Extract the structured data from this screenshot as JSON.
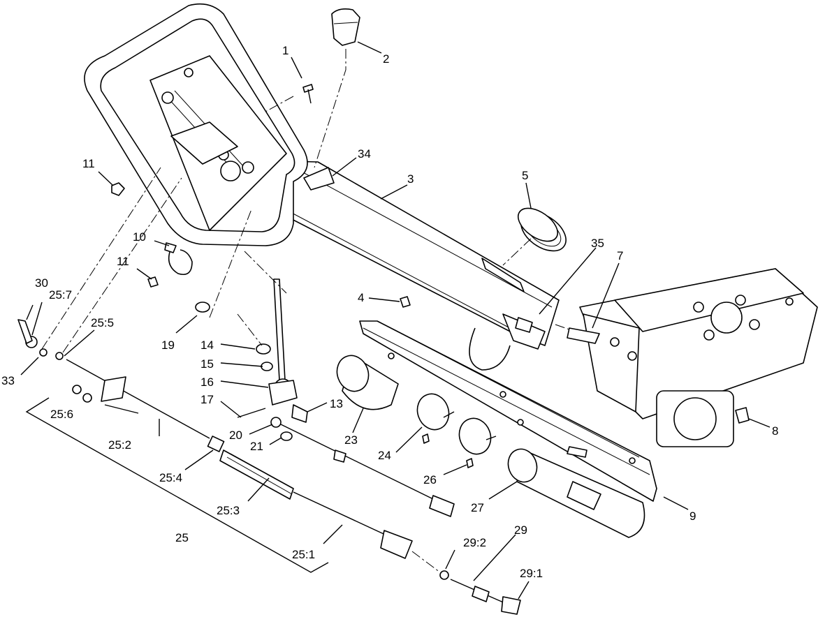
{
  "diagram": {
    "labels": {
      "l1": "1",
      "l2": "2",
      "l3": "3",
      "l4": "4",
      "l5": "5",
      "l7": "7",
      "l8": "8",
      "l9": "9",
      "l10": "10",
      "l11a": "11",
      "l11b": "11",
      "l13": "13",
      "l14": "14",
      "l15": "15",
      "l16": "16",
      "l17": "17",
      "l19": "19",
      "l20": "20",
      "l21": "21",
      "l23": "23",
      "l24": "24",
      "l25": "25",
      "l25_1": "25:1",
      "l25_2": "25:2",
      "l25_3": "25:3",
      "l25_4": "25:4",
      "l25_5": "25:5",
      "l25_6": "25:6",
      "l25_7": "25:7",
      "l26": "26",
      "l27": "27",
      "l29": "29",
      "l29_1": "29:1",
      "l29_2": "29:2",
      "l30": "30",
      "l33": "33",
      "l34": "34",
      "l35": "35"
    }
  }
}
